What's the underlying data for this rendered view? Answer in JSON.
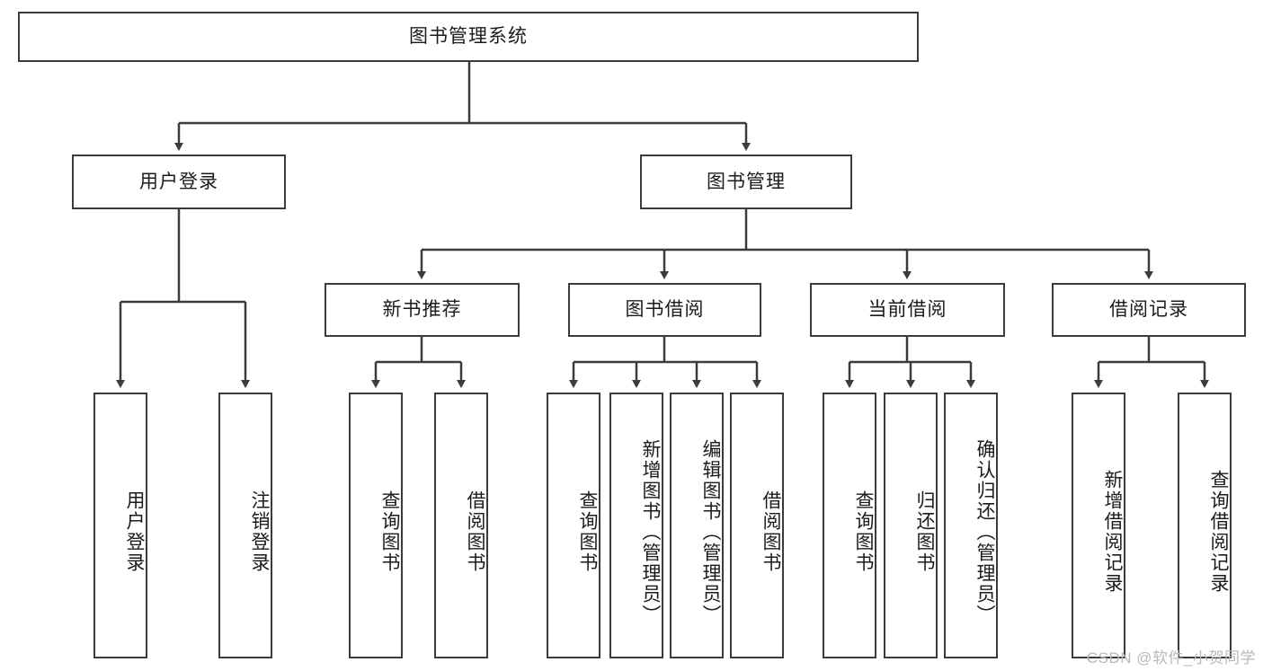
{
  "diagram": {
    "type": "tree-hierarchy",
    "title": "图书管理系统",
    "watermark": "CSDN @软件_小贺同学",
    "colors": {
      "box_border": "#3b3b3b",
      "box_fill": "#ffffff",
      "connector": "#3b3b3b",
      "text": "#1b1b1b",
      "watermark": "#b9b9b9"
    },
    "nodes": {
      "root": {
        "label": "图书管理系统"
      },
      "level2": [
        {
          "id": "user_login",
          "label": "用户登录"
        },
        {
          "id": "book_manage",
          "label": "图书管理"
        }
      ],
      "level3": [
        {
          "id": "new_book_rec",
          "label": "新书推荐",
          "parent": "book_manage"
        },
        {
          "id": "book_borrow",
          "label": "图书借阅",
          "parent": "book_manage"
        },
        {
          "id": "current_borrow",
          "label": "当前借阅",
          "parent": "book_manage"
        },
        {
          "id": "borrow_record",
          "label": "借阅记录",
          "parent": "book_manage"
        }
      ],
      "leaves": {
        "user_login": [
          {
            "id": "leaf_user_login",
            "label": "用户登录"
          },
          {
            "id": "leaf_logout",
            "label": "注销登录"
          }
        ],
        "new_book_rec": [
          {
            "id": "leaf_query_book_1",
            "label": "查询图书"
          },
          {
            "id": "leaf_borrow_book_1",
            "label": "借阅图书"
          }
        ],
        "book_borrow": [
          {
            "id": "leaf_query_book_2",
            "label": "查询图书"
          },
          {
            "id": "leaf_add_book",
            "label": "新增图书（管理员）"
          },
          {
            "id": "leaf_edit_book",
            "label": "编辑图书（管理员）"
          },
          {
            "id": "leaf_borrow_book_2",
            "label": "借阅图书"
          }
        ],
        "current_borrow": [
          {
            "id": "leaf_query_book_3",
            "label": "查询图书"
          },
          {
            "id": "leaf_return_book",
            "label": "归还图书"
          },
          {
            "id": "leaf_confirm_return",
            "label": "确认归还（管理员）"
          }
        ],
        "borrow_record": [
          {
            "id": "leaf_add_record",
            "label": "新增借阅记录"
          },
          {
            "id": "leaf_query_record",
            "label": "查询借阅记录"
          }
        ]
      }
    }
  }
}
